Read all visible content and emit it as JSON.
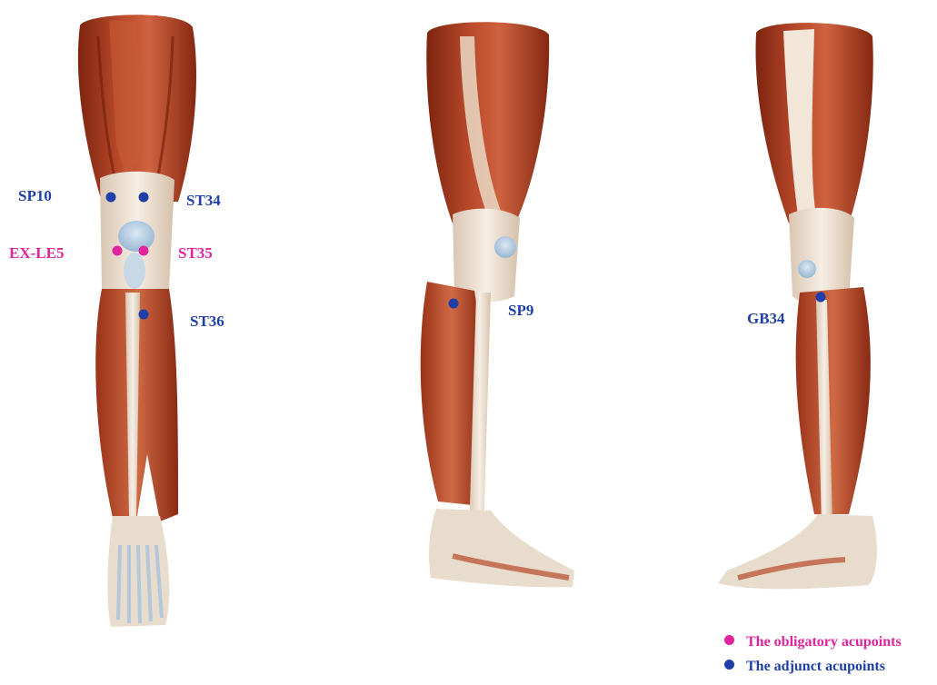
{
  "points": {
    "sp10": "SP10",
    "st34": "ST34",
    "exle5": "EX-LE5",
    "st35": "ST35",
    "st36": "ST36",
    "sp9": "SP9",
    "gb34": "GB34"
  },
  "legend": {
    "obligatory": "The obligatory acupoints",
    "adjunct": "The adjunct acupoints"
  },
  "colors": {
    "obligatory": "#e0249e",
    "adjunct": "#1f3fa8",
    "muscle_dark": "#8c2c14",
    "muscle_mid": "#b64a2a",
    "muscle_light": "#d46a44",
    "tendon": "#efe4d6",
    "bone": "#e6d9c4",
    "joint": "#bcd3e8"
  },
  "icons": {
    "obligatory": "magenta-dot-icon",
    "adjunct": "blue-dot-icon"
  }
}
